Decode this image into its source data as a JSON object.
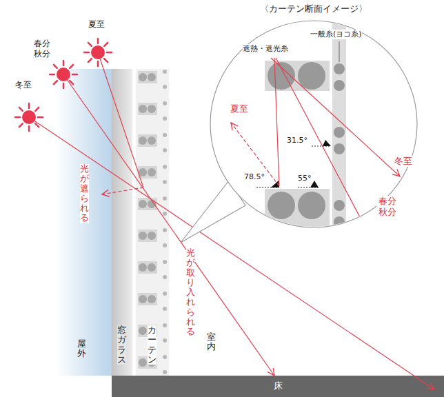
{
  "diagram": {
    "nodes": [
      {
        "text": [
          "屋外"
        ]
      },
      {
        "text": [
          "窓ガラス"
        ]
      },
      {
        "text": [
          "カーテン"
        ]
      },
      {
        "text": [
          "床"
        ]
      },
      {
        "text": [
          "〈カーテン断面イメージ〉"
        ]
      }
    ],
    "labels": [
      "冬至",
      "春分 秋分",
      "夏至",
      "光が遮られる",
      "光が取り入れられる",
      "室内",
      "遮熱・遮光糸",
      "一般糸(ヨコ糸)",
      "夏至",
      "31.5°",
      "78.5°",
      "55°",
      "冬至",
      "春分 秋分"
    ]
  }
}
